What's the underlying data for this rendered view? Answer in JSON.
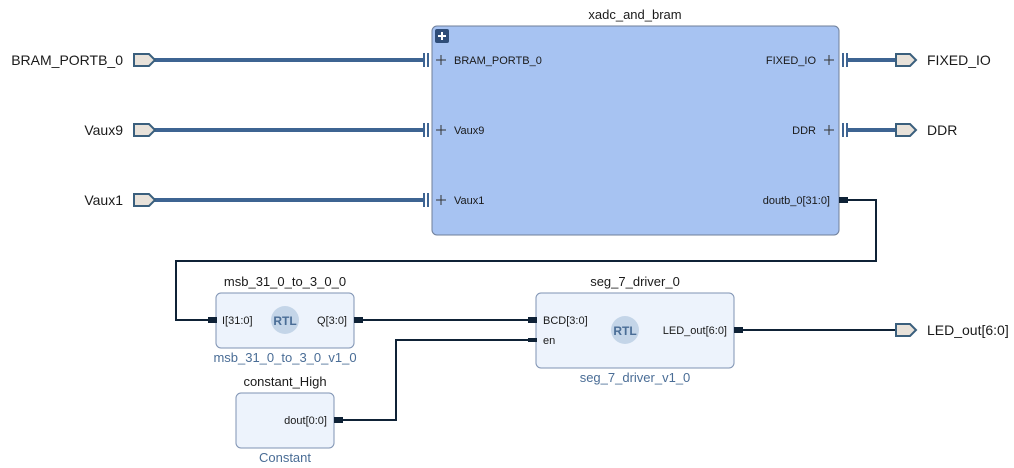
{
  "external_ports": {
    "bram_portb": "BRAM_PORTB_0",
    "vaux9": "Vaux9",
    "vaux1": "Vaux1",
    "fixed_io": "FIXED_IO",
    "ddr": "DDR",
    "led_out": "LED_out[6:0]"
  },
  "xadc_block": {
    "title": "xadc_and_bram",
    "ports": {
      "bram_portb": "BRAM_PORTB_0",
      "vaux9": "Vaux9",
      "vaux1": "Vaux1",
      "fixed_io": "FIXED_IO",
      "ddr": "DDR",
      "doutb": "doutb_0[31:0]"
    }
  },
  "msb_block": {
    "title": "msb_31_0_to_3_0_0",
    "subtitle": "msb_31_0_to_3_0_v1_0",
    "badge": "RTL",
    "ports": {
      "in": "I[31:0]",
      "out": "Q[3:0]"
    }
  },
  "seg_block": {
    "title": "seg_7_driver_0",
    "subtitle": "seg_7_driver_v1_0",
    "badge": "RTL",
    "ports": {
      "bcd": "BCD[3:0]",
      "en": "en",
      "led": "LED_out[6:0]"
    }
  },
  "const_block": {
    "title": "constant_High",
    "subtitle": "Constant",
    "ports": {
      "dout": "dout[0:0]"
    }
  },
  "colors": {
    "bus": "#3e6492",
    "wire": "#0f2236",
    "block_fill": "#a7c3f2",
    "block_stroke": "#6f7f9a",
    "ip_fill": "#edf3fc",
    "ip_stroke": "#7f93b3",
    "port_fill": "#e8e2da",
    "port_stroke": "#3a5f7d"
  }
}
